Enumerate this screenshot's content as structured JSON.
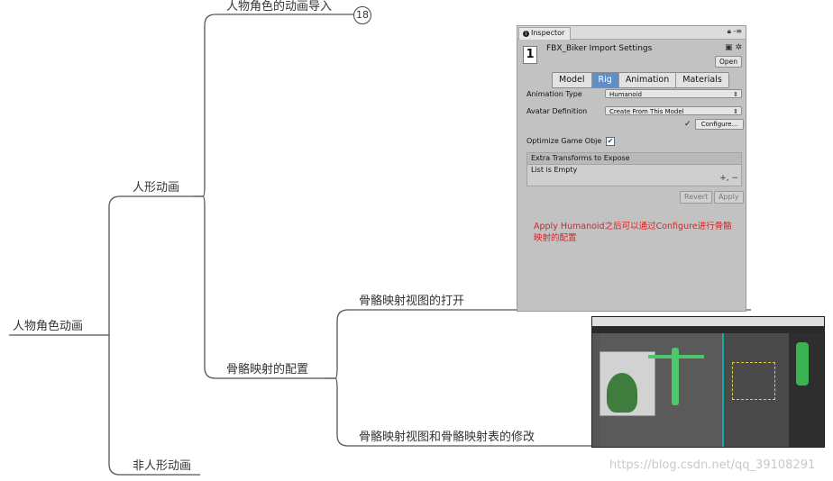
{
  "mindmap": {
    "root": "人物角色动画",
    "branch_humanoid": "人形动画",
    "branch_non_humanoid": "非人形动画",
    "child_import": "人物角色的动画导入",
    "child_import_badge": "18",
    "child_bone_config": "骨骼映射的配置",
    "leaf_open_view": "骨骼映射视图的打开",
    "leaf_modify": "骨骼映射视图和骨骼映射表的修改"
  },
  "inspector": {
    "tab_label": "Inspector",
    "asset_icon_glyph": "1",
    "title": "FBX_Biker Import Settings",
    "open_button": "Open",
    "tabs": [
      {
        "label": "Model",
        "active": false
      },
      {
        "label": "Rig",
        "active": true
      },
      {
        "label": "Animation",
        "active": false
      },
      {
        "label": "Materials",
        "active": false
      }
    ],
    "animation_type_label": "Animation Type",
    "animation_type_value": "Humanoid",
    "avatar_definition_label": "Avatar Definition",
    "avatar_definition_value": "Create From This Model",
    "configure_button": "Configure...",
    "optimize_label": "Optimize Game Obje",
    "optimize_checked": true,
    "extra_transforms_header": "Extra Transforms to Expose",
    "list_empty_text": "List is Empty",
    "revert_button": "Revert",
    "apply_button": "Apply",
    "note": "Apply Humanoid之后可以通过Configure进行骨骼映射的配置"
  },
  "watermark": "https://blog.csdn.net/qq_39108291",
  "colors": {
    "line": "#555555",
    "note_red": "#e02020",
    "rig_tab_active": "#5e8fc8"
  }
}
